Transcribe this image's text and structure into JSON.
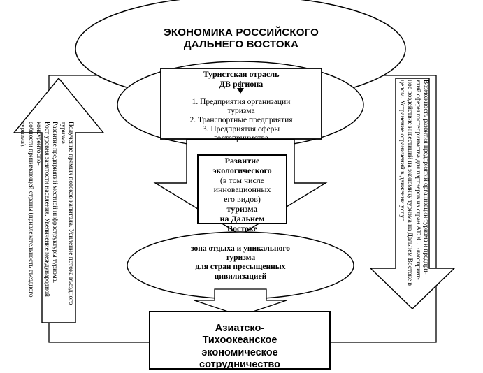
{
  "title": {
    "line1": "ЭКОНОМИКА РОССИЙСКОГО",
    "line2": "ДАЛЬНЕГО ВОСТОКА"
  },
  "tourism": {
    "heading_line1": "Туристская отрасль",
    "heading_line2": "ДВ региона",
    "item1_line1": "1. Предприятия организации",
    "item1_line2": "туризма",
    "item2": "2. Транспортные предприятия",
    "item3_line1": "3. Предприятия сферы",
    "item3_line2": "гостеприимства"
  },
  "development": {
    "line1": "Развитие",
    "line2": "экологического",
    "line3": "(в том числе",
    "line4": "инновационных",
    "line5": "его видов)",
    "line6": "туризма",
    "line7": "на Дальнем",
    "line8": "Востоке"
  },
  "zone": {
    "line1": "зона отдыха и уникального",
    "line2": "туризма",
    "line3": "для стран пресыщенных",
    "line4": "цивилизацией"
  },
  "apec": {
    "line1": "Азиатско-",
    "line2": "Тихоокеанское",
    "line3": "экономическое",
    "line4": "сотрудничество"
  },
  "left_arrow_text": {
    "line1": "Получение прямых потоков капитала. Усиление потока въездного туризма.",
    "line2": "Развитие предприятий местной инфраструктуры туризма.",
    "line3": "Рост уровня занятости населения. Увеличение международной конкурентоспо-",
    "line4": "собности принимающей страны (привлекательность въездного туризма)."
  },
  "right_arrow_text": {
    "line1": "Возможность развития предприятий организации туризма и предпри-",
    "line2": "ятий сферы гостеприимства для партнеров из стран АТЭС. Благоприят-",
    "line3": "ное воздействие инвестиций на экономику туризма на Дальнем Востоке в",
    "line4": "целом. Устранение ограничений в движении услуг"
  }
}
